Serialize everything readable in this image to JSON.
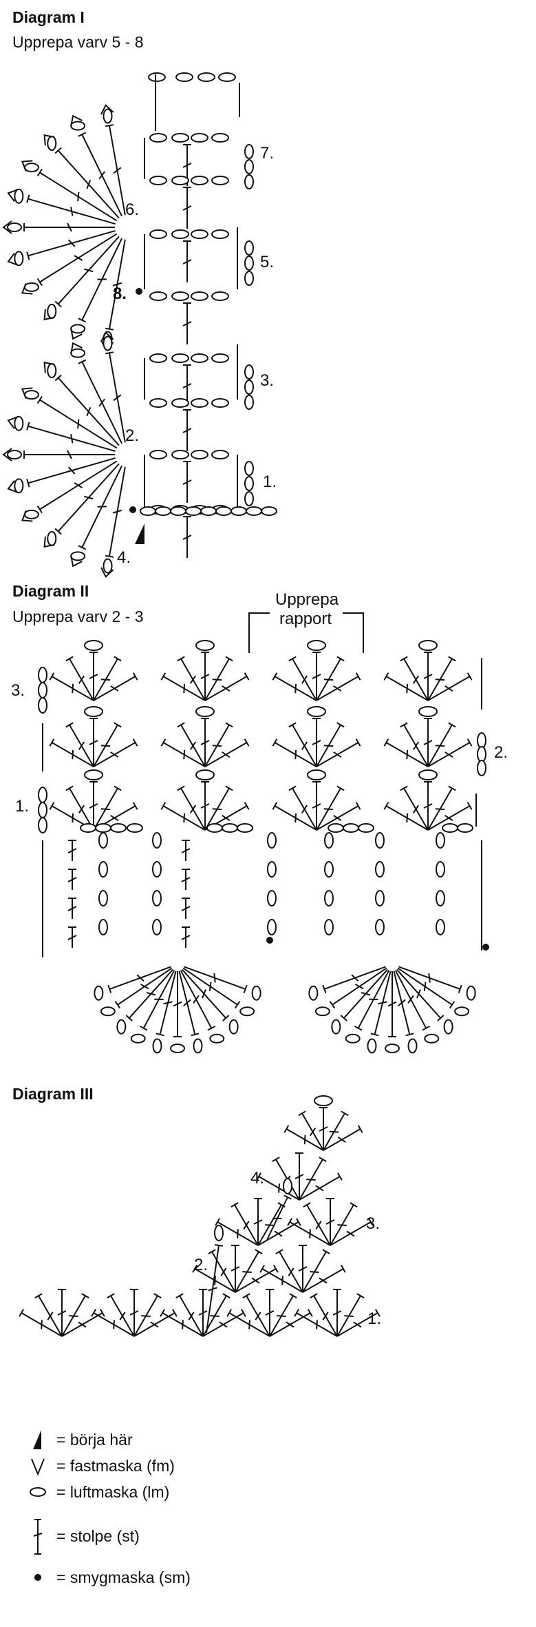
{
  "diagram1": {
    "title": "Diagram I",
    "subtitle": "Upprepa varv 5 - 8",
    "rows": [
      "7.",
      "6.",
      "5.",
      "8.",
      "3.",
      "2.",
      "1.",
      "4."
    ]
  },
  "diagram2": {
    "title": "Diagram II",
    "subtitle": "Upprepa varv 2 - 3",
    "repeat_label_line1": "Upprepa",
    "repeat_label_line2": "rapport",
    "rows": [
      "3.",
      "2.",
      "1."
    ]
  },
  "diagram3": {
    "title": "Diagram III",
    "rows": [
      "4.",
      "3.",
      "2.",
      "1."
    ]
  },
  "legend": [
    {
      "icon": "triangle-icon",
      "text": "= börja här"
    },
    {
      "icon": "v-icon",
      "text": "= fastmaska (fm)"
    },
    {
      "icon": "oval-icon",
      "text": "= luftmaska (lm)"
    },
    {
      "icon": "stolpe-icon",
      "text": "= stolpe (st)"
    },
    {
      "icon": "dot-icon",
      "text": "= smygmaska (sm)"
    }
  ]
}
